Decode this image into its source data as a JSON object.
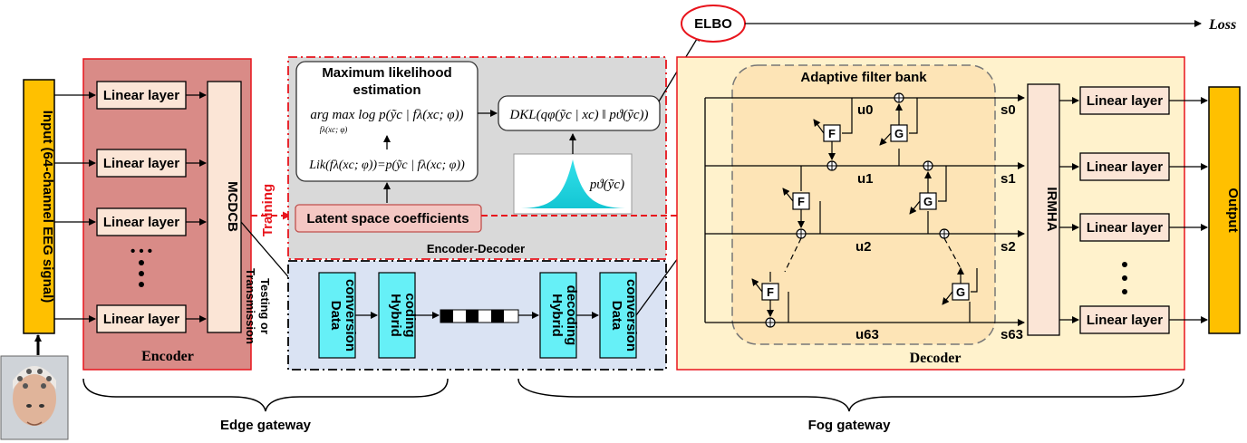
{
  "input": {
    "label": "Input (64-channel EEG signal)"
  },
  "encoder": {
    "label": "Encoder",
    "linear_layers": [
      "Linear layer",
      "Linear layer",
      "Linear layer",
      "Linear layer"
    ],
    "dots": "•\n•\n•",
    "mcdcb": "MCDCB"
  },
  "training": {
    "label": "Training"
  },
  "testing": {
    "line1": "Testing or",
    "line2": "Transmission"
  },
  "encoder_decoder": {
    "label": "Encoder-Decoder",
    "mle_line1": "Maximum likelihood",
    "mle_line2": "estimation",
    "argmax_formula": "arg max log p(ỹc | fλ(xc; φ))",
    "argmax_sub": "fλ(xc; φ)",
    "lik_formula": "Lik(fλ(xc; φ))=p(ỹc | fλ(xc; φ))",
    "dkl_formula": "DKL(qφ(ỹc | xc) ‖ pϑ(ỹc))",
    "prior_formula": "pϑ(ỹc)",
    "latent": "Latent space coefficients"
  },
  "transmission": {
    "data_conversion_1": [
      "Data",
      "conversion"
    ],
    "hybrid_coding": [
      "Hybrid",
      "coding"
    ],
    "hybrid_decoding": [
      "Hybrid",
      "decoding"
    ],
    "data_conversion_2": [
      "Data",
      "conversion"
    ]
  },
  "elbo": {
    "label": "ELBO"
  },
  "loss": {
    "label": "Loss"
  },
  "decoder": {
    "label": "Decoder",
    "filter_bank": "Adaptive filter bank",
    "u_labels": [
      "u0",
      "u1",
      "u2",
      "u63"
    ],
    "s_labels": [
      "s0",
      "s1",
      "s2",
      "s63"
    ],
    "f_block": "F",
    "g_block": "G",
    "irmha": "IRMHA",
    "linear_layers": [
      "Linear layer",
      "Linear layer",
      "Linear layer",
      "Linear layer"
    ],
    "dots": "•\n•\n•"
  },
  "output": {
    "label": "Output"
  },
  "gateways": {
    "edge": "Edge gateway",
    "fog": "Fog gateway"
  },
  "icons": {
    "head": "eeg-cap-head-icon"
  }
}
